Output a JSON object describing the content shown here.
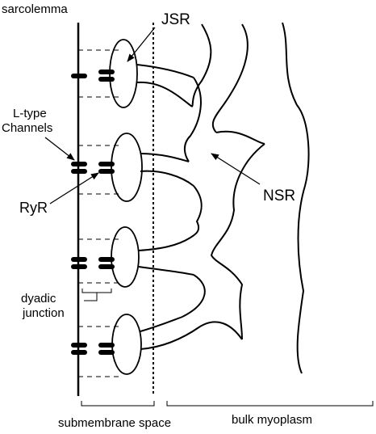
{
  "labels": {
    "sarcolemma": "sarcolemma",
    "jsr": "JSR",
    "l_type_line1": "L-type",
    "l_type_line2": "Channels",
    "ryr": "RyR",
    "nsr": "NSR",
    "dyadic_line1": "dyadic",
    "dyadic_line2": "junction",
    "submembrane_space": "submembrane space",
    "bulk_myoplasm": "bulk myoplasm"
  }
}
